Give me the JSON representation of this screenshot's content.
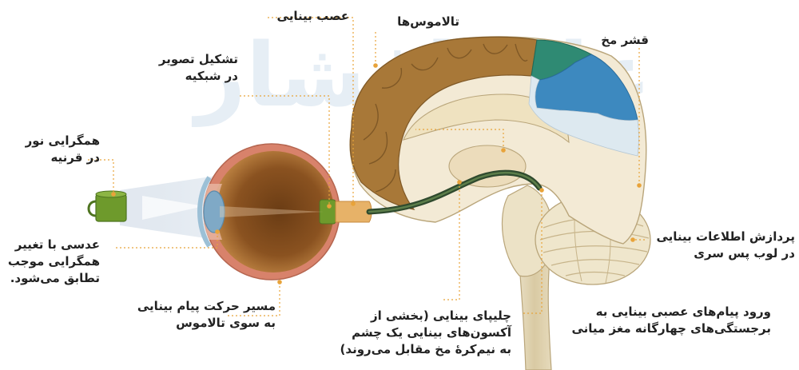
{
  "watermark": "علم افشار",
  "labels": {
    "optic_nerve": "عصب بینایی",
    "thalamus": "تالاموس‌ها",
    "cortex": "قشر مخ",
    "retina_image": [
      "تشکیل تصویر",
      "در شبکیه"
    ],
    "cornea": [
      "همگرایی نور",
      "در قرنیه"
    ],
    "lens": [
      "عدسی با تغییر",
      "همگرایی موجب",
      "تطابق می‌شود."
    ],
    "pathway": [
      "مسیر حرکت پیام بینایی",
      "به سوی تالاموس"
    ],
    "chiasm": [
      "چلیپای بینایی (بخشی از",
      "آکسون‌های بینایی یک چشم",
      "به نیم‌کرهٔ مخ مقابل می‌روند)"
    ],
    "midbrain": [
      "ورود پیام‌های عصبی بینایی به",
      "برجستگی‌های چهارگانه مغز میانی"
    ],
    "occipital": [
      "پردازش اطلاعات بینایی",
      "در لوب پس سری"
    ]
  },
  "colors": {
    "leader": "#e8a33a",
    "brain_tan": "#a87838",
    "brain_light": "#f3ead5",
    "occipital_blue": "#3d89bf",
    "occipital_teal": "#2f8a73",
    "optic_tract": "#2f4a2e",
    "cup": "#6e9a2c"
  }
}
